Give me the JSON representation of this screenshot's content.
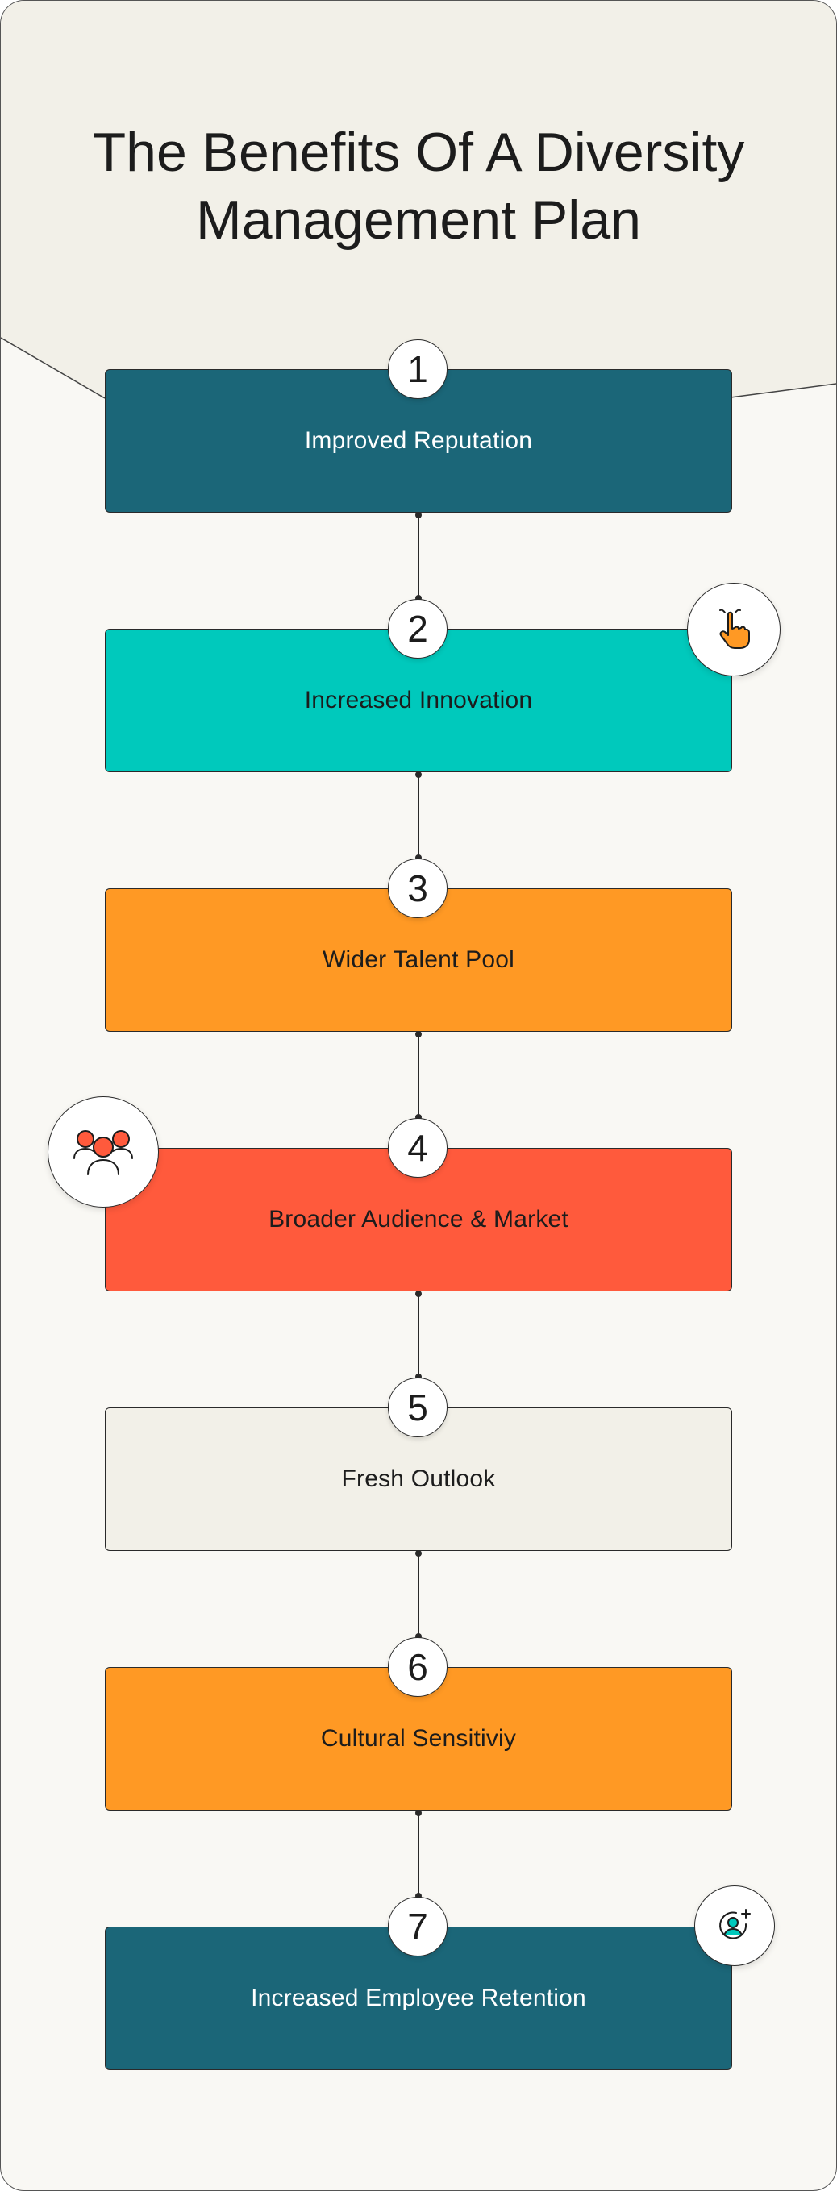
{
  "title": {
    "line1": "The Benefits Of A Diversity",
    "line2": "Management Plan"
  },
  "colors": {
    "dark_teal": "#1b6678",
    "turquoise": "#00c9bc",
    "orange": "#ff9924",
    "coral": "#ff5a3c",
    "beige": "#f2f0e8",
    "header_bg": "#f2f0e8"
  },
  "steps": [
    {
      "number": "1",
      "label": "Improved Reputation",
      "color": "#1b6678",
      "text_color": "#ffffff"
    },
    {
      "number": "2",
      "label": "Increased Innovation",
      "color": "#00c9bc",
      "text_color": "#1c1c1c"
    },
    {
      "number": "3",
      "label": "Wider Talent Pool",
      "color": "#ff9924",
      "text_color": "#1c1c1c"
    },
    {
      "number": "4",
      "label": "Broader Audience & Market",
      "color": "#ff5a3c",
      "text_color": "#1c1c1c"
    },
    {
      "number": "5",
      "label": "Fresh Outlook",
      "color": "#f2f0e8",
      "text_color": "#1c1c1c"
    },
    {
      "number": "6",
      "label": "Cultural Sensitiviy",
      "color": "#ff9924",
      "text_color": "#1c1c1c"
    },
    {
      "number": "7",
      "label": "Increased Employee Retention",
      "color": "#1b6678",
      "text_color": "#ffffff"
    }
  ],
  "icons": {
    "step2": "pointing-hand-icon",
    "step4": "group-people-icon",
    "step7": "add-user-icon"
  }
}
